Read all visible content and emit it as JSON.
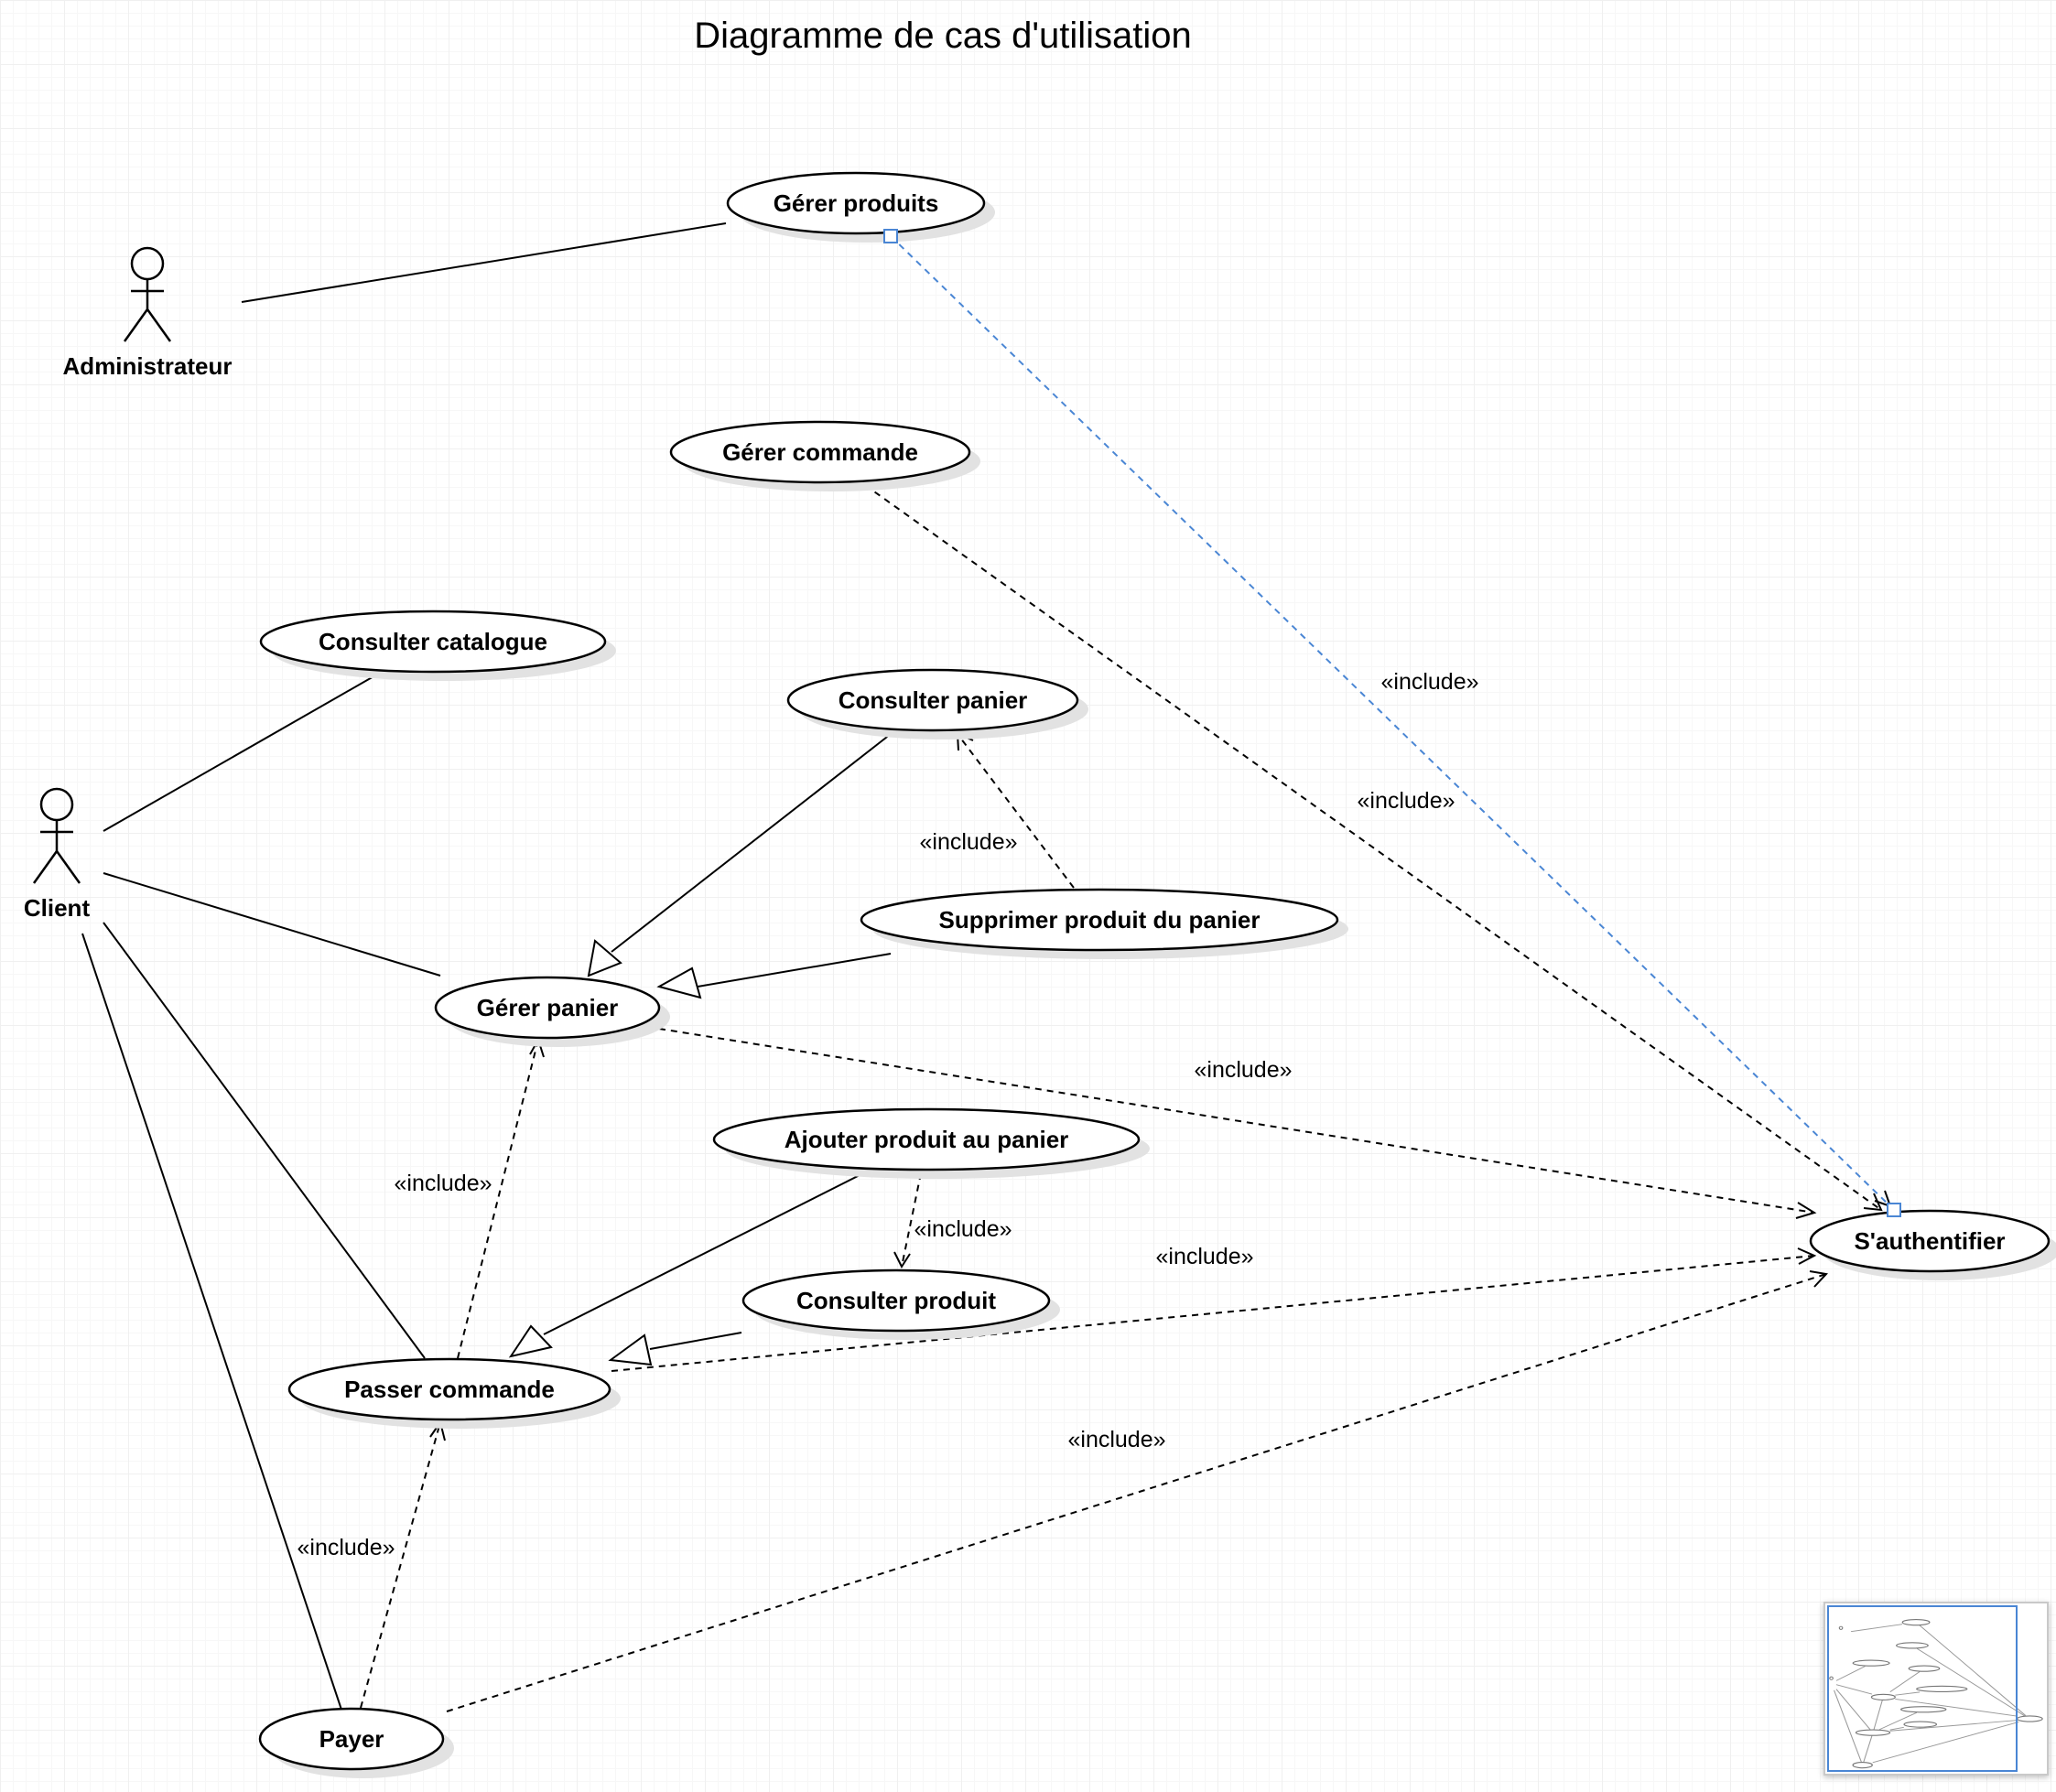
{
  "title": "Diagramme de cas d'utilisation",
  "actors": {
    "administrateur": "Administrateur",
    "client": "Client"
  },
  "use_cases": {
    "gerer_produits": "Gérer produits",
    "gerer_commande": "Gérer commande",
    "consulter_catalogue": "Consulter catalogue",
    "consulter_panier": "Consulter panier",
    "supprimer_produit": "Supprimer produit du panier",
    "gerer_panier": "Gérer panier",
    "ajouter_produit": "Ajouter produit au panier",
    "consulter_produit": "Consulter produit",
    "passer_commande": "Passer commande",
    "payer": "Payer",
    "s_authentifier": "S'authentifier"
  },
  "relations": {
    "include_label": "«include»"
  }
}
